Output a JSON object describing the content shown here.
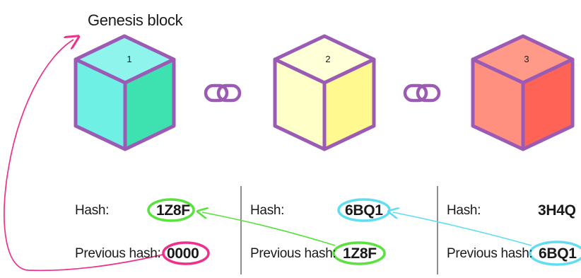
{
  "diagram": {
    "genesis_label": "Genesis block",
    "hash_label": "Hash:",
    "previous_hash_label": "Previous hash:",
    "blocks": [
      {
        "number": "1",
        "hash": "1Z8F",
        "previous_hash": "0000",
        "color_left": "#6ff0e4",
        "color_right": "#3ee2b0",
        "color_top": "#8ff5ec"
      },
      {
        "number": "2",
        "hash": "6BQ1",
        "previous_hash": "1Z8F",
        "color_left": "#ffffc8",
        "color_right": "#fff98f",
        "color_top": "#ffffd8"
      },
      {
        "number": "3",
        "hash": "3H4Q",
        "previous_hash": "6BQ1",
        "color_left": "#ff8f7e",
        "color_right": "#ff6356",
        "color_top": "#ff9a88"
      }
    ],
    "colors": {
      "outline": "#9b5bb5",
      "chain_link": "#9b5bb5",
      "green": "#59e13d",
      "cyan": "#61ddf2",
      "pink": "#ef2f8a",
      "divider": "#555555"
    }
  }
}
